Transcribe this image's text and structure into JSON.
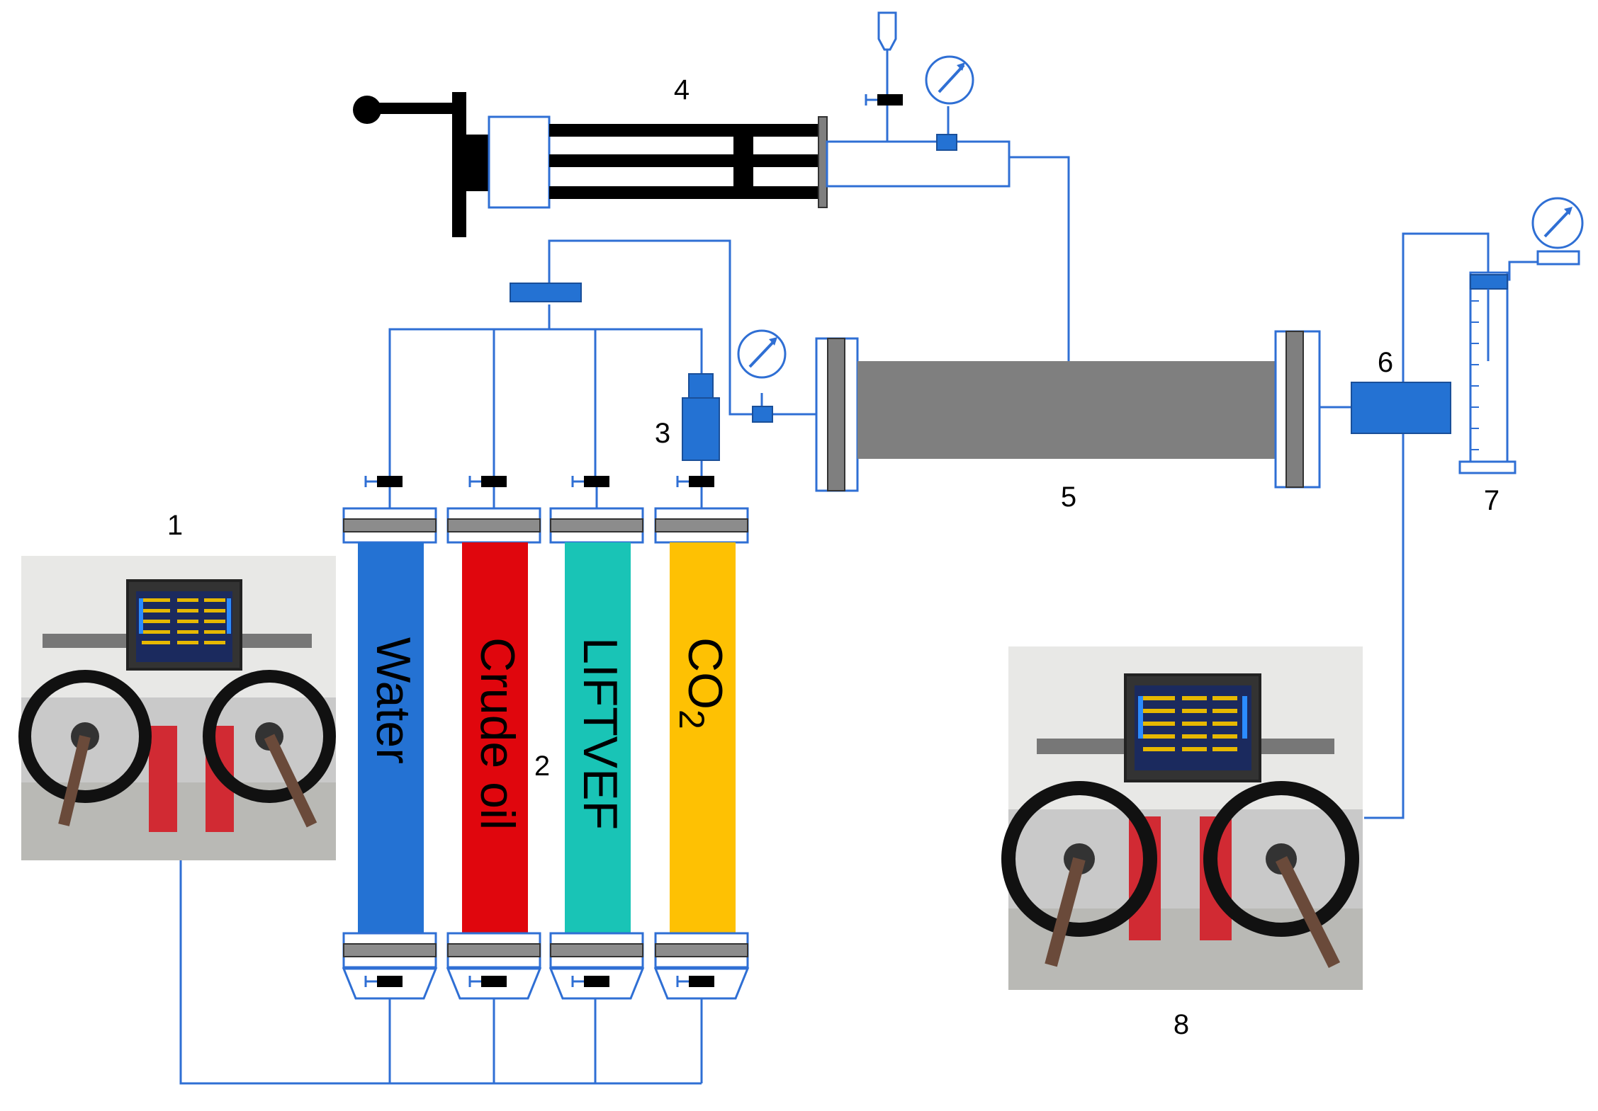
{
  "labels": {
    "n1": "1",
    "n2": "2",
    "n3": "3",
    "n4": "4",
    "n5": "5",
    "n6": "6",
    "n7": "7",
    "n8": "8"
  },
  "vessels": [
    {
      "text": "Water",
      "color": "#2472d3"
    },
    {
      "text": "Crude oil",
      "color": "#e0060d"
    },
    {
      "text": "LIFTVEF",
      "color": "#19c4b6"
    },
    {
      "text": "CO",
      "sub": "2",
      "color": "#fec103"
    }
  ],
  "colors": {
    "line": "#2f6fd4",
    "valve_fill": "#2472d3",
    "core": "#7f7f7f",
    "flange_gray": "#8c8c8c",
    "valve_handle": "#000000"
  },
  "icons": {
    "pump": "pump-photo-icon",
    "gauge": "pressure-gauge-icon",
    "valve": "valve-icon",
    "cylinder": "graduated-cylinder-icon",
    "hand_pump": "hand-pump-icon"
  }
}
